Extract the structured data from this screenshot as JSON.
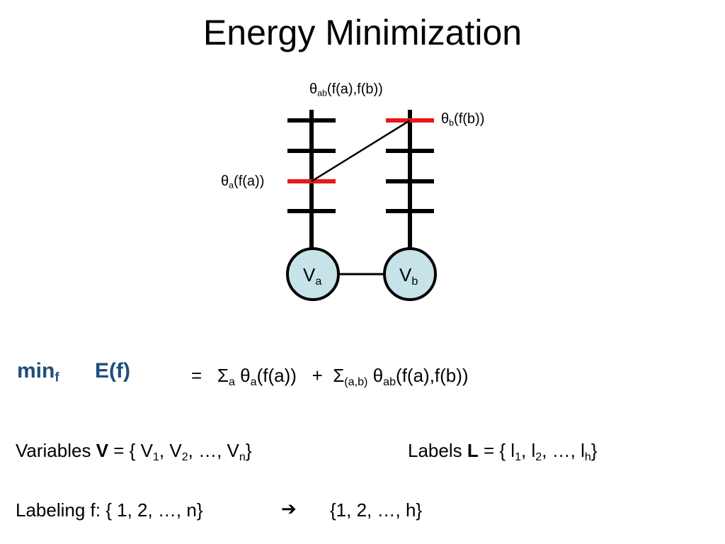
{
  "title": "Energy Minimization",
  "labels": {
    "pairwise_sym": "θ",
    "pairwise_sub": "ab",
    "pairwise_arg": "(f(a),f(b))",
    "unary_b_sym": "θ",
    "unary_b_sub": "b",
    "unary_b_arg": "(f(b))",
    "unary_a_sym": "θ",
    "unary_a_sub": "a",
    "unary_a_arg": "(f(a))"
  },
  "nodes": {
    "a_letter": "V",
    "a_sub": "a",
    "b_letter": "V",
    "b_sub": "b"
  },
  "diagram": {
    "rungs_per_column": 4,
    "selected_rung_a": 2,
    "selected_rung_b": 1,
    "colors": {
      "rung": "#000000",
      "selected": "#e8181b",
      "node_fill": "#c5e3e8",
      "node_stroke": "#000000"
    }
  },
  "equation": {
    "min": "min",
    "min_sub": "f",
    "energy": "E(f)",
    "equals": "=",
    "sigma1": "Σ",
    "sigma1_sub": "a",
    "theta1": "θ",
    "theta1_sub": "a",
    "theta1_arg": "(f(a))",
    "plus": "+",
    "sigma2": "Σ",
    "sigma2_sub": "(a,b)",
    "theta2": "θ",
    "theta2_sub": "ab",
    "theta2_arg": "(f(a),f(b))"
  },
  "variables": {
    "prefix": "Variables ",
    "symbol": "V",
    "open": " = { V",
    "s1": "1",
    "c1": ", V",
    "s2": "2",
    "c2": ", …, V",
    "sn": "n",
    "close": "}"
  },
  "labels_set": {
    "prefix": "Labels ",
    "symbol": "L",
    "open": " = { l",
    "s1": "1",
    "c1": ", l",
    "s2": "2",
    "c2": ", …, l",
    "sh": "h",
    "close": "}"
  },
  "labeling": {
    "left": "Labeling f: { 1, 2, …, n}",
    "arrow": "➔",
    "right": "{1, 2, …, h}"
  }
}
